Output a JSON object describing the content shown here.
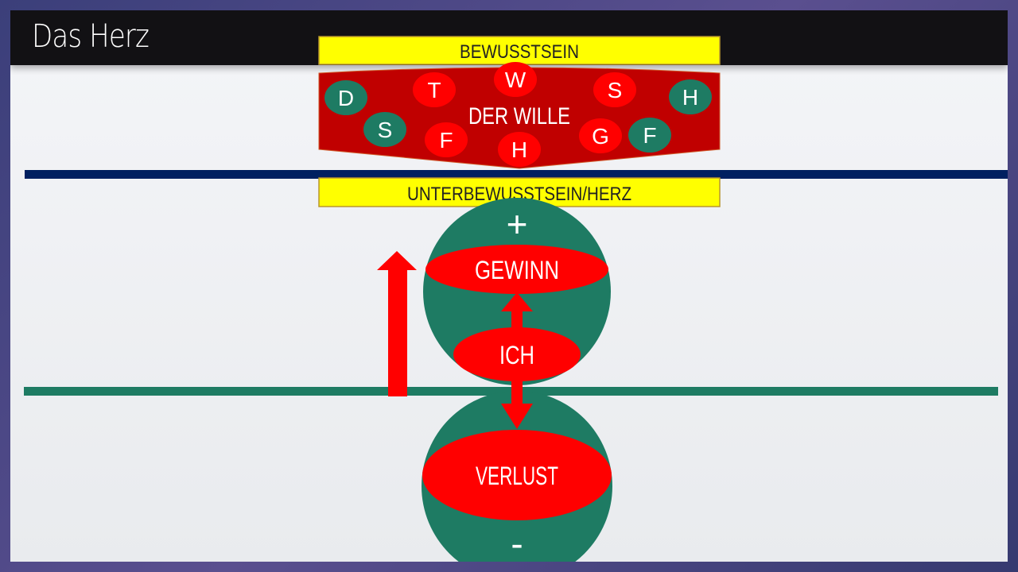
{
  "title": "Das Herz",
  "diagram": {
    "top_label": "BEWUSSTSEIN",
    "will_label": "DER WILLE",
    "will_circles": [
      {
        "letter": "D",
        "color": "#1e7b63"
      },
      {
        "letter": "S",
        "color": "#1e7b63"
      },
      {
        "letter": "T",
        "color": "#ff0000"
      },
      {
        "letter": "F",
        "color": "#ff0000"
      },
      {
        "letter": "W",
        "color": "#ff0000"
      },
      {
        "letter": "H",
        "color": "#ff0000"
      },
      {
        "letter": "S",
        "color": "#ff0000"
      },
      {
        "letter": "G",
        "color": "#ff0000"
      },
      {
        "letter": "F",
        "color": "#1e7b63"
      },
      {
        "letter": "H",
        "color": "#1e7b63"
      }
    ],
    "sub_label": "UNTERBEWUSSTSEIN/HERZ",
    "plus": "+",
    "gain": "GEWINN",
    "self": "ICH",
    "loss": "VERLUST",
    "minus": "-"
  },
  "colors": {
    "yellow": "#ffff00",
    "will": "#c00000",
    "red": "#ff0000",
    "green": "#1e7b63",
    "navy": "#002060"
  }
}
